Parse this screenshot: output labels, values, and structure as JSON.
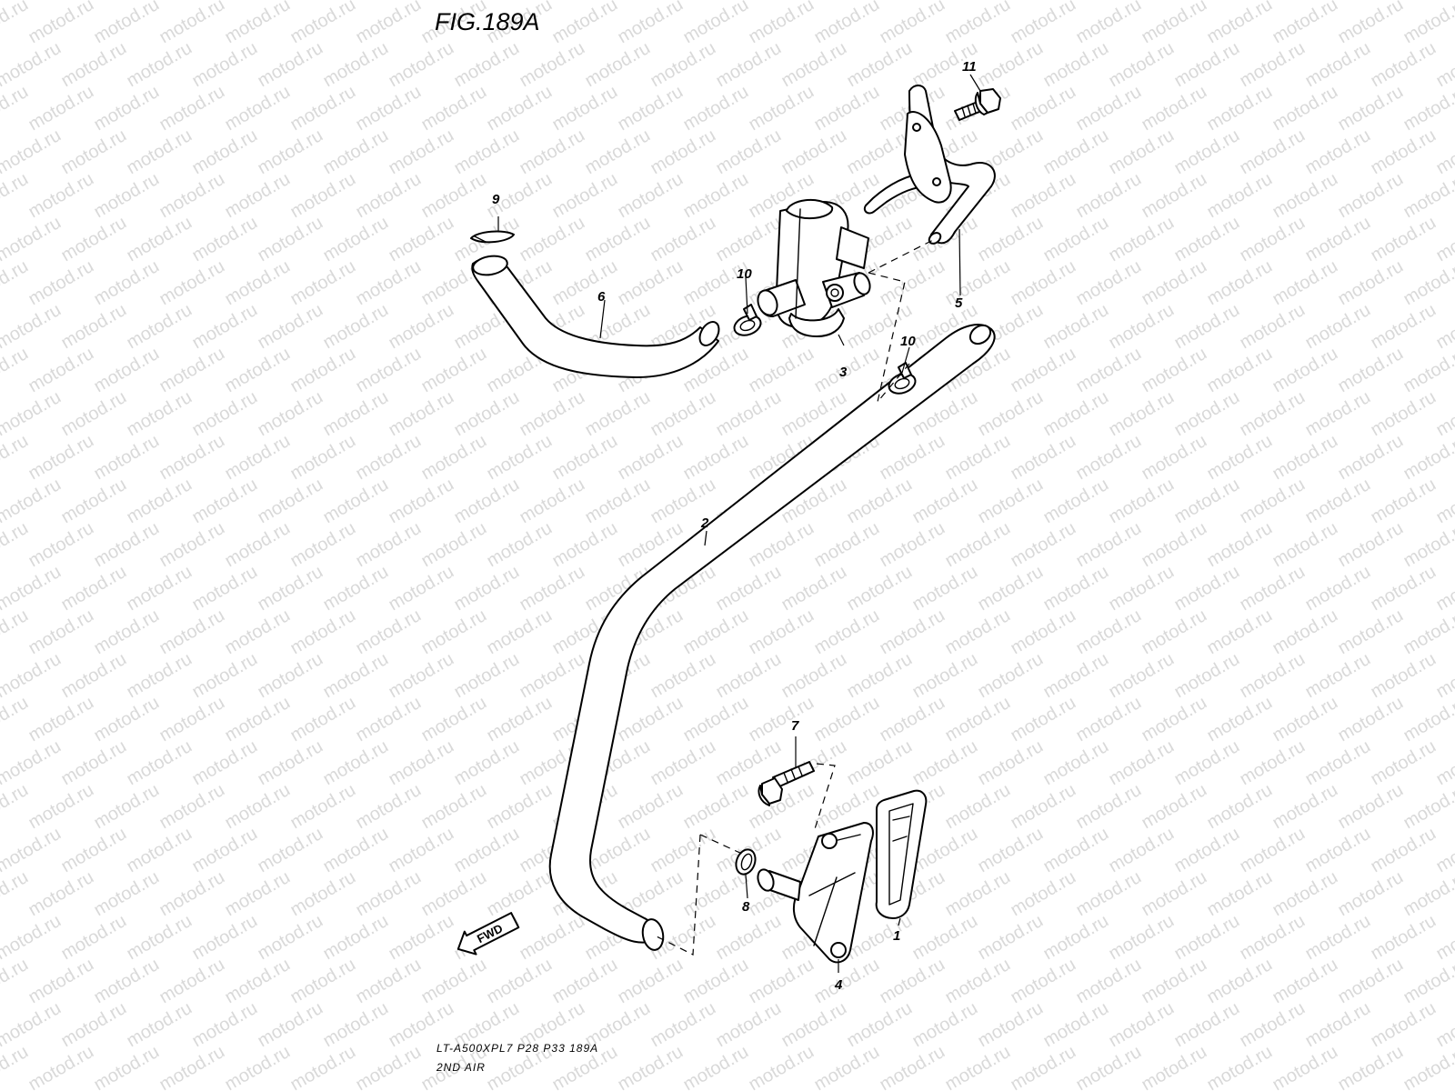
{
  "figure": {
    "title": "FIG.189A",
    "model_line": "LT-A500XPL7  P28  P33  189A",
    "section_name": "2ND AIR"
  },
  "watermark": {
    "text": "motod.ru",
    "color": "#d9d9d9"
  },
  "direction_marker": {
    "label": "FWD"
  },
  "callouts": [
    {
      "id": "1",
      "label": "1"
    },
    {
      "id": "2",
      "label": "2"
    },
    {
      "id": "3",
      "label": "3"
    },
    {
      "id": "4",
      "label": "4"
    },
    {
      "id": "5",
      "label": "5"
    },
    {
      "id": "6",
      "label": "6"
    },
    {
      "id": "7",
      "label": "7"
    },
    {
      "id": "8",
      "label": "8"
    },
    {
      "id": "9",
      "label": "9"
    },
    {
      "id": "10a",
      "label": "10"
    },
    {
      "id": "10b",
      "label": "10"
    },
    {
      "id": "11",
      "label": "11"
    }
  ]
}
